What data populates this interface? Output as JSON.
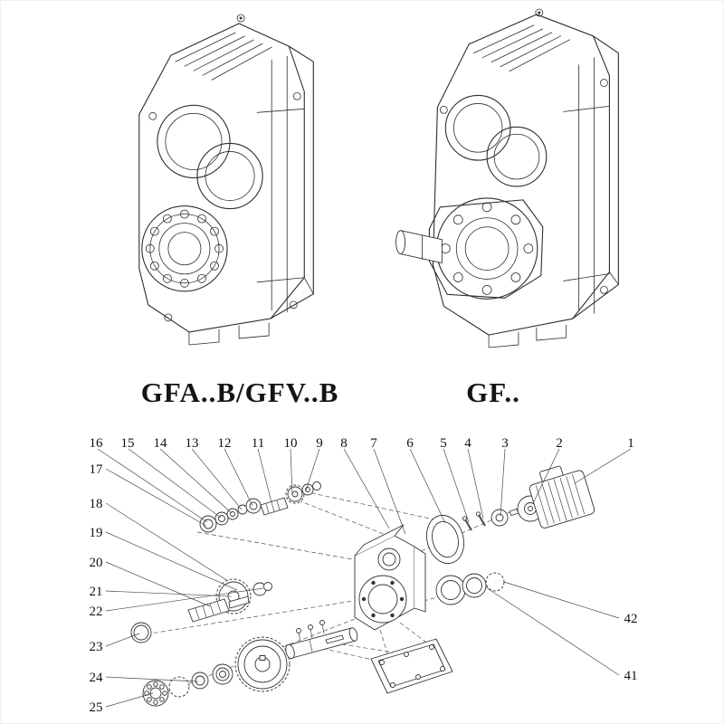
{
  "figures": {
    "left": {
      "caption": "GFA..B/GFV..B"
    },
    "right": {
      "caption": "GF.."
    }
  },
  "exploded": {
    "top_row": [
      "16",
      "15",
      "14",
      "13",
      "12",
      "11",
      "10",
      "9",
      "8",
      "7",
      "6",
      "5",
      "4",
      "3",
      "2",
      "1"
    ],
    "left_column": [
      "17",
      "18",
      "19",
      "20",
      "21",
      "22",
      "23",
      "24",
      "25"
    ],
    "right_column": [
      "42",
      "41"
    ]
  },
  "colors": {
    "ink": "#2e2e2e",
    "background": "#ffffff"
  }
}
